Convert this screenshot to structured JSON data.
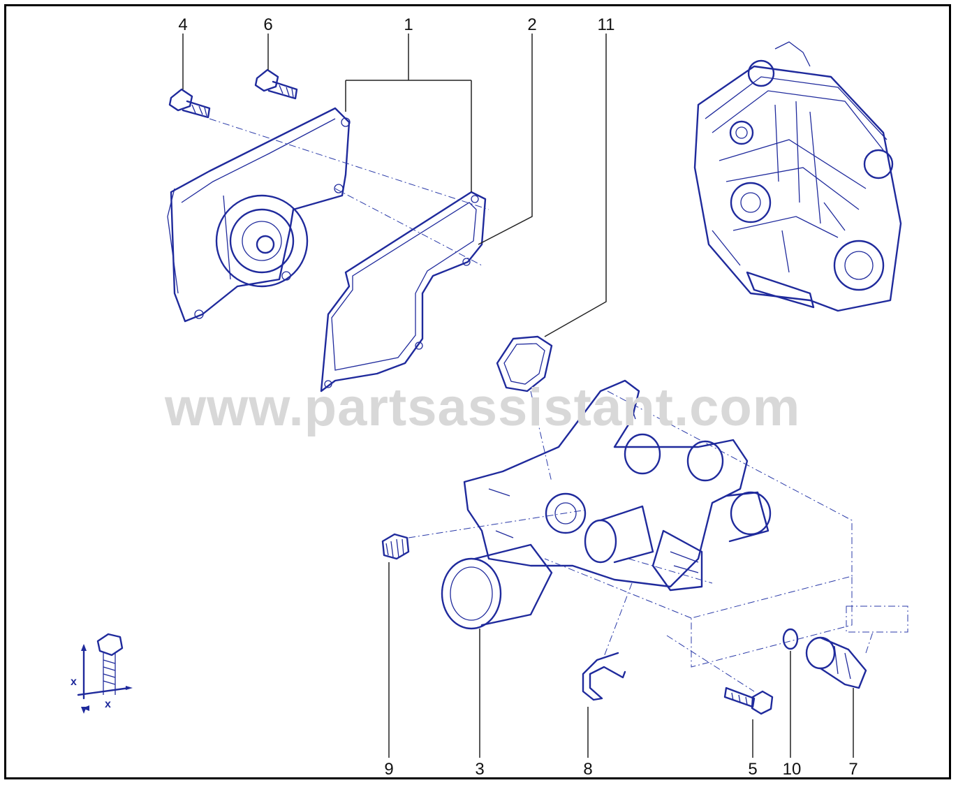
{
  "watermark": "www.partsassistant.com",
  "callouts": [
    {
      "id": "4",
      "label": "4"
    },
    {
      "id": "6",
      "label": "6"
    },
    {
      "id": "1",
      "label": "1"
    },
    {
      "id": "2",
      "label": "2"
    },
    {
      "id": "11",
      "label": "11"
    },
    {
      "id": "9",
      "label": "9"
    },
    {
      "id": "3",
      "label": "3"
    },
    {
      "id": "8",
      "label": "8"
    },
    {
      "id": "5",
      "label": "5"
    },
    {
      "id": "10",
      "label": "10"
    },
    {
      "id": "7",
      "label": "7"
    }
  ],
  "torque_symbol": {
    "x_label_vertical": "x",
    "x_label_horizontal": "x"
  },
  "colors": {
    "line_art": "#1f2a9c",
    "watermark": "#d8d8d8",
    "frame": "#000000"
  }
}
